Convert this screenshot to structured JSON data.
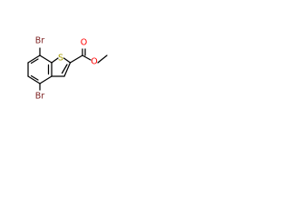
{
  "molecule": {
    "atoms": {
      "br_top": "Br",
      "br_bottom": "Br",
      "sulfur": "S",
      "carbonyl_oxygen": "O",
      "ester_oxygen": "O"
    },
    "colors": {
      "bond": "#000000",
      "sulfur": "#a59c00",
      "oxygen": "#ff0000",
      "bromine": "#7c1f1f"
    }
  }
}
